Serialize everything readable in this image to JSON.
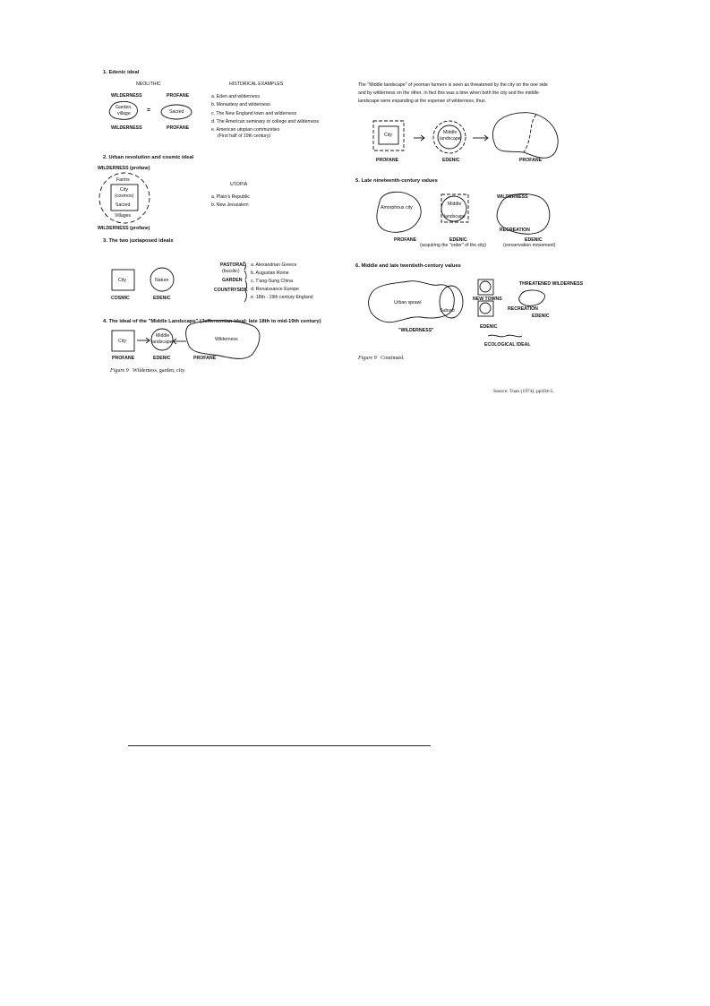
{
  "left": {
    "s1": {
      "title": "1. Edenic ideal",
      "neolithic": "NEOLITHIC",
      "historical": "HISTORICAL EXAMPLES",
      "wilderness_top": "WILDERNESS",
      "profane_top": "PROFANE",
      "garden_village": [
        "Garden,",
        "village"
      ],
      "eq": "=",
      "sacred": "Sacred",
      "wilderness_bottom": "WILDERNESS",
      "profane_bottom": "PROFANE",
      "examples": [
        "a. Eden and wilderness",
        "b. Monastery and wilderness",
        "c. The New England town and wilderness",
        "d. The American seminary or college and wilderness",
        "e. American utopian communities",
        "(First half of 19th century)"
      ]
    },
    "s2": {
      "title": "2. Urban revolution and cosmic ideal",
      "wilderness_top": "WILDERNESS (profane)",
      "farms": "Farms",
      "city": "City",
      "cosmos": "(cosmos)",
      "sacred": "Sacred",
      "villages": "Villages",
      "wilderness_bottom": "WILDERNESS (profane)",
      "utopia": "UTOPIA",
      "examples": [
        "a. Plato's Republic",
        "b. New Jerusalem"
      ]
    },
    "s3": {
      "title": "3. The two juxtaposed ideals",
      "city": "City",
      "nature": "Nature",
      "cosmic": "COSMIC",
      "edenic": "EDENIC",
      "pastoral": "PASTORAL",
      "bucolic": "(bucolic)",
      "garden": "GARDEN",
      "countryside": "COUNTRYSIDE",
      "examples": [
        "a. Alexandrian Greece",
        "b. Augustan Rome",
        "c. T'ang-Sung China",
        "d. Renaissance Europe",
        "e. 18th - 19th century England"
      ]
    },
    "s4": {
      "title": "4. The ideal of the \"Middle Landscape\" (Jeffersonian ideal: late 18th to mid-19th century)",
      "city": "City",
      "middle": "Middle",
      "landscape": "landscape",
      "wilderness": "Wilderness",
      "profane1": "PROFANE",
      "edenic": "EDENIC",
      "profane2": "PROFANE"
    },
    "caption_label": "Figure 9",
    "caption_text": "Wilderness, garden, city."
  },
  "right": {
    "intro": [
      "The \"Middle landscape\" of yeoman farmers is seen as threatened by the city on the one side",
      "and by wilderness on the other.  In fact this was a time when both the city and the middle",
      "landscape were expanding at the expense of wilderness, thus."
    ],
    "row1": {
      "city": "City",
      "middle": "Middle",
      "landscape": "landscape",
      "profane1": "PROFANE",
      "edenic": "EDENIC",
      "profane2": "PROFANE"
    },
    "s5": {
      "title": "5. Late nineteenth-century values",
      "amorphous": "Amorphous city",
      "middle": "Middle",
      "landscape": "landscape",
      "wilderness": "WILDERNESS",
      "recreation": "RECREATION",
      "profane": "PROFANE",
      "edenic1": "EDENIC",
      "edenic1_note": "(acquiring the \"order\" of the city)",
      "edenic2": "EDENIC",
      "edenic2_note": "(conservation movement)"
    },
    "s6": {
      "title": "6. Middle and late twentieth-century values",
      "urban_sprawl": "Urban sprawl",
      "suburb": "Suburb",
      "new_towns": "NEW TOWNS",
      "threatened": "THREATENED WILDERNESS",
      "recreation": "RECREATION",
      "edenic1": "EDENIC",
      "edenic2": "EDENIC",
      "wilderness_q": "\"WILDERNESS\"",
      "ecological": "ECOLOGICAL IDEAL"
    },
    "caption_label": "Figure 9",
    "caption_text": "Continued.",
    "source": "Source: Tuan (1974), pp104-5."
  }
}
